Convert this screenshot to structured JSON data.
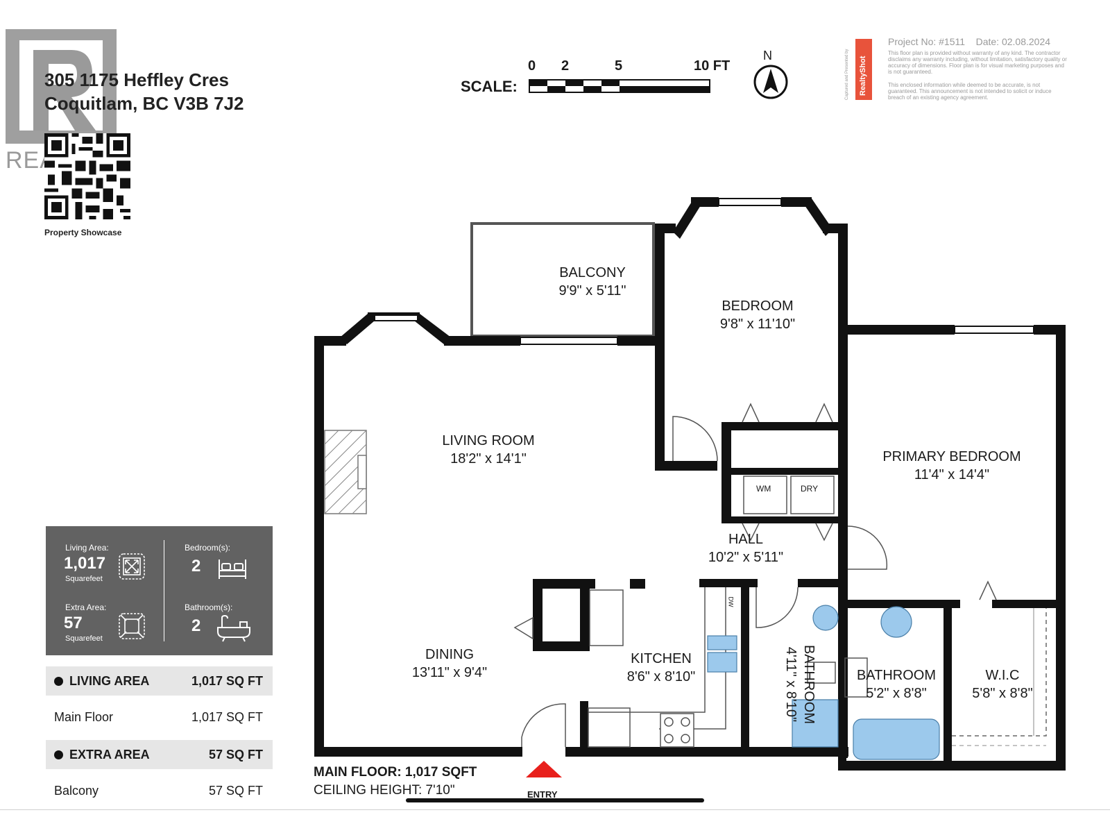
{
  "address": {
    "line1": "305 1175 Heffley Cres",
    "line2": "Coquitlam, BC V3B 7J2"
  },
  "watermark_text": "REALTOR",
  "qr_caption": "Property Showcase",
  "scale": {
    "label": "SCALE:",
    "ticks": [
      "0",
      "2",
      "5",
      "10 FT"
    ],
    "north": "N"
  },
  "disclaimer": {
    "project": "Project No: #1511",
    "date": "Date: 02.08.2024",
    "brand": "RealtyShot",
    "brand_side": "Captured and Presented by",
    "text1": "This floor plan is provided without warranty of any kind. The contractor disclaims any warranty including, without limitation, satisfactory quality or accuracy of dimensions. Floor plan is for visual marketing purposes and is not guaranteed.",
    "text2": "This enclosed information while deemed to be accurate, is not guaranteed. This announcement is not intended to solicit or induce breach of an existing agency agreement.",
    "color": "#e8533b"
  },
  "summary": {
    "living_label": "Living Area:",
    "living_value": "1,017",
    "living_unit": "Squarefeet",
    "extra_label": "Extra Area:",
    "extra_value": "57",
    "extra_unit": "Squarefeet",
    "bed_label": "Bedroom(s):",
    "bed_value": "2",
    "bath_label": "Bathroom(s):",
    "bath_value": "2",
    "bg_color": "#626262"
  },
  "areas": [
    {
      "label": "LIVING AREA",
      "value": "1,017 SQ FT",
      "header": true
    },
    {
      "label": "Main Floor",
      "value": "1,017 SQ FT",
      "header": false
    },
    {
      "label": "EXTRA AREA",
      "value": "57 SQ FT",
      "header": true
    },
    {
      "label": "Balcony",
      "value": "57 SQ FT",
      "header": false
    }
  ],
  "rooms": {
    "balcony": {
      "name": "BALCONY",
      "dims": "9'9\" x 5'11\""
    },
    "bedroom": {
      "name": "BEDROOM",
      "dims": "9'8\" x 11'10\""
    },
    "living": {
      "name": "LIVING ROOM",
      "dims": "18'2\" x 14'1\""
    },
    "primary": {
      "name": "PRIMARY BEDROOM",
      "dims": "11'4\" x 14'4\""
    },
    "hall": {
      "name": "HALL",
      "dims": "10'2\" x 5'11\""
    },
    "dining": {
      "name": "DINING",
      "dims": "13'11\" x 9'4\""
    },
    "kitchen": {
      "name": "KITCHEN",
      "dims": "8'6\" x 8'10\""
    },
    "bath1": {
      "name": "BATHROOM",
      "dims": "4'11\" x 8'10\""
    },
    "bath2": {
      "name": "BATHROOM",
      "dims": "5'2\" x 8'8\""
    },
    "wic": {
      "name": "W.I.C",
      "dims": "5'8\" x 8'8\""
    }
  },
  "appliances": {
    "wm": "WM",
    "dry": "DRY",
    "dw": "DW"
  },
  "footer": {
    "main_floor": "MAIN FLOOR: 1,017 SQFT",
    "ceiling": "CEILING HEIGHT: 7'10\"",
    "entry": "ENTRY",
    "entry_color": "#e8201c"
  }
}
